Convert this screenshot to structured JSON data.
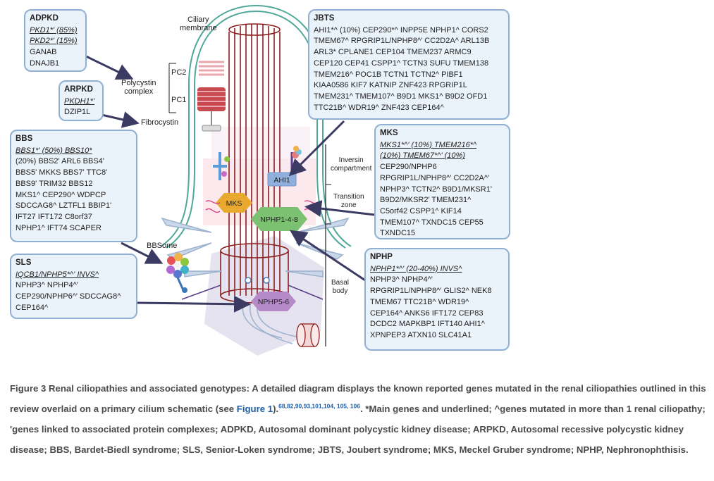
{
  "structure_labels": {
    "ciliary_membrane_1": "Ciliary",
    "ciliary_membrane_2": "membrane",
    "pc2": "PC2",
    "pc1": "PC1",
    "polycystin_1": "Polycystin",
    "polycystin_2": "complex",
    "fibrocystin": "Fibrocystin",
    "bbsome": "BBSome",
    "inversin_1": "Inversin",
    "inversin_2": "compartment",
    "transition_1": "Transition",
    "transition_2": "zone",
    "basal_1": "Basal",
    "basal_2": "body",
    "ahi1": "AHI1",
    "mks": "MKS",
    "nphp148": "NPHP1-4-8",
    "nphp56": "NPHP5-6"
  },
  "boxes": {
    "adpkd": {
      "title": "ADPKD",
      "lines": [
        "PKD1*' (85%)",
        "PKD2*' (15%)",
        "GANAB",
        "DNAJB1"
      ]
    },
    "arpkd": {
      "title": "ARPKD",
      "lines": [
        "PKDH1*'",
        "DZIP1L"
      ]
    },
    "bbs": {
      "title": "BBS",
      "lines": [
        "BBS1*' (50%) BBS10*",
        "(20%) BBS2' ARL6 BBS4'",
        "BBS5' MKKS BBS7' TTC8'",
        "BBS9' TRIM32 BBS12",
        "MKS1^ CEP290^ WDPCP",
        "SDCCAG8^ LZTFL1 BBIP1'",
        "IFT27 IFT172 C8orf37",
        "NPHP1^ IFT74 SCAPER"
      ]
    },
    "sls": {
      "title": "SLS",
      "lines": [
        "IQCB1/NPHP5*^' INVS^",
        "NPHP3^ NPHP4^'",
        "CEP290/NPHP6^' SDCCAG8^",
        "CEP164^"
      ]
    },
    "jbts": {
      "title": "JBTS",
      "lines": [
        "AHI1*^ (10%) CEP290*^ INPP5E NPHP1^ CORS2",
        "TMEM67^ RPGRIP1L/NPHP8^' CC2D2A^ ARL13B",
        "ARL3* CPLANE1 CEP104 TMEM237 ARMC9",
        "CEP120 CEP41 CSPP1^ TCTN3 SUFU TMEM138",
        "TMEM216^ POC1B TCTN1 TCTN2^ PIBF1",
        "KIAA0586 KIF7 KATNIP ZNF423 RPGRIP1L",
        "TMEM231^ TMEM107^ B9D1 MKS1^ B9D2 OFD1",
        "TTC21B^ WDR19^ ZNF423 CEP164^"
      ]
    },
    "mks": {
      "title": "MKS",
      "lines": [
        "MKS1*^' (10%) TMEM216*^",
        "(10%) TMEM67*^' (10%)",
        "CEP290/NPHP6",
        "RPGRIP1L/NPHP8^' CC2D2A^'",
        "NPHP3^ TCTN2^ B9D1/MKSR1'",
        "B9D2/MKSR2' TMEM231^",
        "C5orf42 CSPP1^ KIF14",
        "TMEM107^ TXNDC15 CEP55",
        "TXNDC15"
      ]
    },
    "nphp": {
      "title": "NPHP",
      "lines": [
        "NPHP1*^' (20-40%) INVS^",
        "NPHP3^ NPHP4^'",
        "RPGRIP1L/NPHP8^' GLIS2^ NEK8",
        "TMEM67 TTC21B^ WDR19^",
        "CEP164^ ANKS6 IFT172 CEP83",
        "DCDC2 MAPKBP1 IFT140 AHI1^",
        "XPNPEP3 ATXN10 SLC41A1"
      ]
    }
  },
  "caption": {
    "lead": "Figure 3 Renal ciliopathies and associated genotypes: A detailed diagram displays the known reported genes mutated in the renal ciliopathies outlined in this review overlaid on a primary cilium schematic (see ",
    "link": "Figure 1",
    "close": ").",
    "refs": "68,82,90,93,101,104, 105, 106",
    "tail": ". *Main genes and underlined; ^genes mutated in more than 1 renal ciliopathy; 'genes linked to associated protein complexes; ADPKD, Autosomal dominant polycystic kidney disease; ARPKD, Autosomal recessive polycystic kidney disease; BBS, Bardet-Biedl syndrome; SLS, Senior-Loken syndrome; JBTS, Joubert syndrome; MKS, Meckel Gruber syndrome; NPHP, Nephronophthisis."
  },
  "colors": {
    "box_fill": "#eaf2fa",
    "box_border": "#8fb0d3",
    "membrane": "#4fa898",
    "microtubule": "#8b1e1e",
    "mks_hex": "#e8a92e",
    "nphp148_hex": "#7cc072",
    "nphp56_hex": "#b689c9",
    "ahi1_box": "#8fb0dc",
    "arrow": "#3a3a62",
    "caption_text": "#4a4a4a",
    "link": "#1f5fa8"
  }
}
